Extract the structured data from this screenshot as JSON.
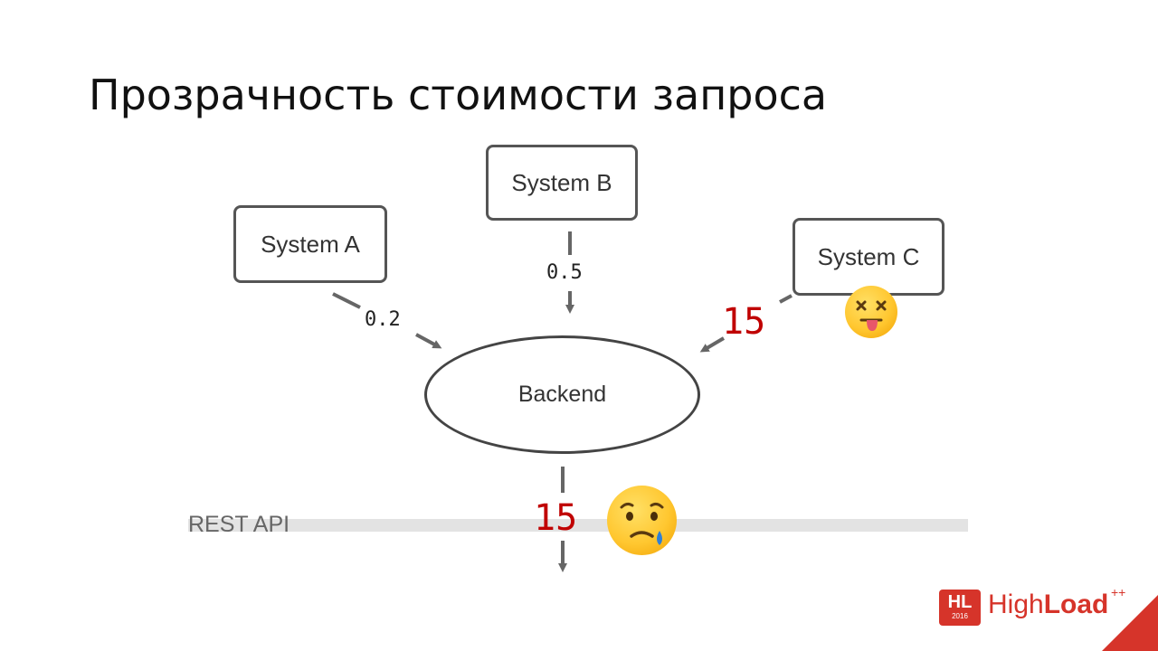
{
  "slide": {
    "title": "Прозрачность стоимости запроса"
  },
  "diagram": {
    "nodes": {
      "system_a": "System A",
      "system_b": "System B",
      "system_c": "System C",
      "backend": "Backend"
    },
    "costs": {
      "a_to_backend": "0.2",
      "b_to_backend": "0.5",
      "c_to_backend": "15",
      "backend_out": "15"
    },
    "rest_api_label": "REST API",
    "emojis": {
      "system_c": "dizzy-face-tongue-icon",
      "rest_api": "sad-tear-face-icon"
    },
    "colors": {
      "high_cost": "#c00000",
      "edge": "#666666",
      "rest_bar": "#e3e3e3"
    }
  },
  "branding": {
    "logo_mark": "HL",
    "logo_year": "2016",
    "logo_name_light": "High",
    "logo_name_bold": "Load",
    "logo_superscript": "++",
    "accent_color": "#d6342a"
  }
}
